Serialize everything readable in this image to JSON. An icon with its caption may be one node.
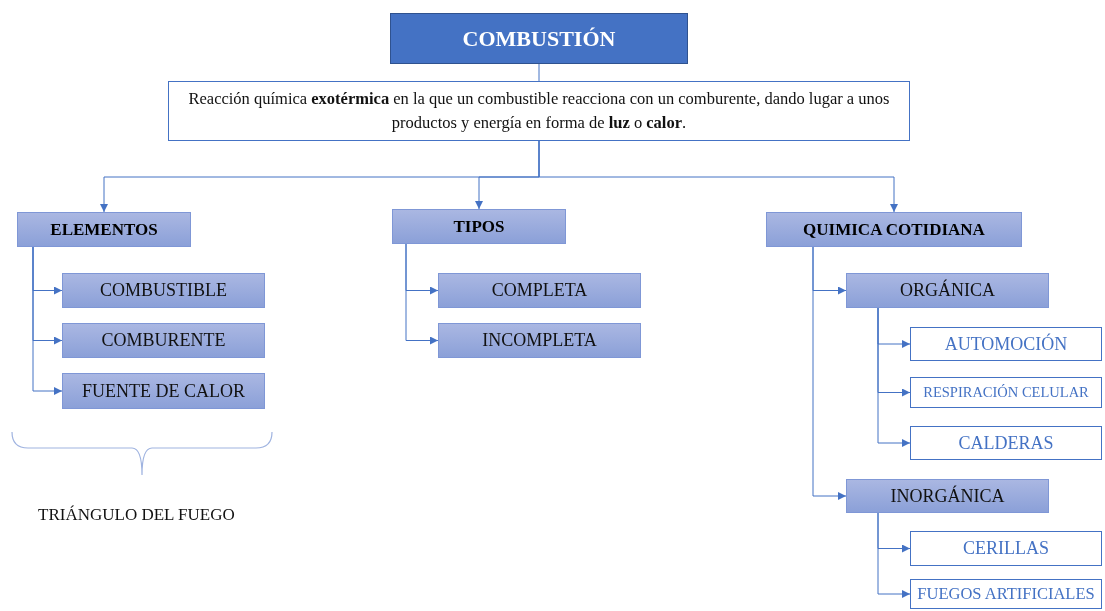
{
  "diagram": {
    "nodes": [
      {
        "text": [
          "COMBUSTIÓN"
        ]
      },
      {
        "text": [
          "Reacción química **exotérmica** en la que un combustible reacciona con un comburente, dando lugar a unos productos y energía en forma de **luz** o **calor**."
        ]
      },
      {
        "text": [
          "ELEMENTOS"
        ]
      },
      {
        "text": [
          "COMBUSTIBLE"
        ]
      },
      {
        "text": [
          "COMBURENTE"
        ]
      },
      {
        "text": [
          "FUENTE DE CALOR"
        ]
      },
      {
        "text": [
          "TIPOS"
        ]
      },
      {
        "text": [
          "COMPLETA"
        ]
      },
      {
        "text": [
          "INCOMPLETA"
        ]
      },
      {
        "text": [
          "QUIMICA COTIDIANA"
        ]
      },
      {
        "text": [
          "ORGÁNICA"
        ]
      },
      {
        "text": [
          "AUTOMOCIÓN"
        ]
      },
      {
        "text": [
          "RESPIRACIÓN CELULAR"
        ]
      },
      {
        "text": [
          "CALDERAS"
        ]
      },
      {
        "text": [
          "INORGÁNICA"
        ]
      },
      {
        "text": [
          "CERILLAS"
        ]
      },
      {
        "text": [
          "FUEGOS ARTIFICIALES"
        ]
      }
    ],
    "edges": [
      {
        "from": 0,
        "to": 1,
        "arrow": "none"
      },
      {
        "from": 1,
        "to": 2,
        "arrow": "to"
      },
      {
        "from": 1,
        "to": 6,
        "arrow": "to"
      },
      {
        "from": 1,
        "to": 9,
        "arrow": "to"
      },
      {
        "from": 2,
        "to": 3,
        "arrow": "to"
      },
      {
        "from": 2,
        "to": 4,
        "arrow": "to"
      },
      {
        "from": 2,
        "to": 5,
        "arrow": "to"
      },
      {
        "from": 6,
        "to": 7,
        "arrow": "to"
      },
      {
        "from": 6,
        "to": 8,
        "arrow": "to"
      },
      {
        "from": 9,
        "to": 10,
        "arrow": "to"
      },
      {
        "from": 9,
        "to": 14,
        "arrow": "to"
      },
      {
        "from": 10,
        "to": 11,
        "arrow": "to"
      },
      {
        "from": 10,
        "to": 12,
        "arrow": "to"
      },
      {
        "from": 10,
        "to": 13,
        "arrow": "to"
      },
      {
        "from": 14,
        "to": 15,
        "arrow": "to"
      },
      {
        "from": 14,
        "to": 16,
        "arrow": "to"
      }
    ],
    "labels": [
      "TRIÁNGULO DEL FUEGO"
    ]
  }
}
